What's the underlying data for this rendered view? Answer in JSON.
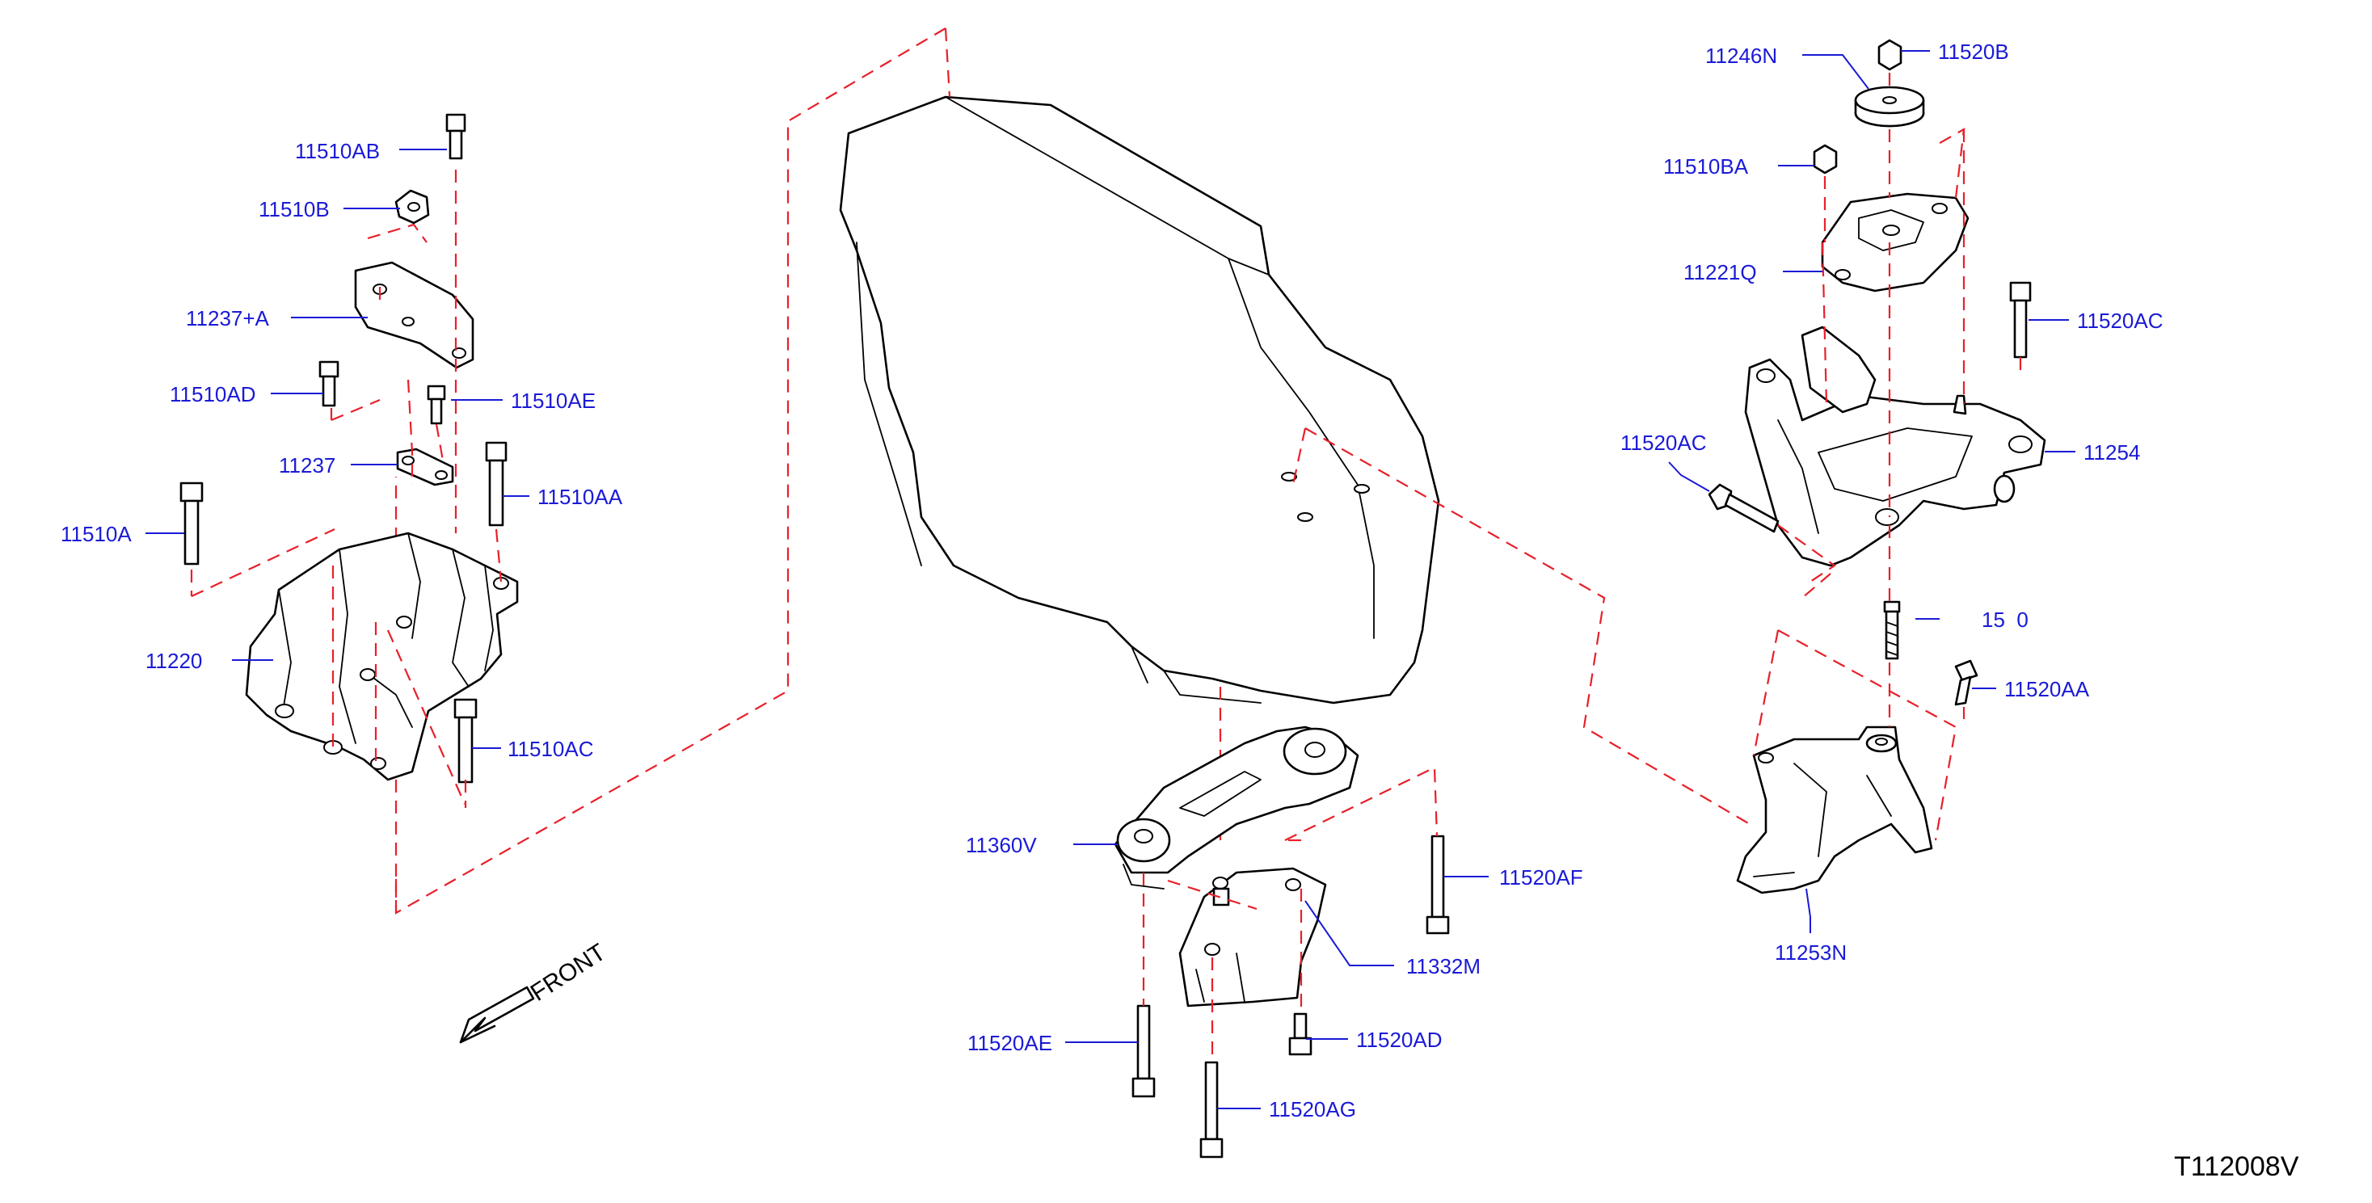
{
  "figure_id": "T112008V",
  "direction_label": "FRONT",
  "parts": {
    "p11510AB": "11510AB",
    "p11510B": "11510B",
    "p11237A": "11237+A",
    "p11510AD": "11510AD",
    "p11510AE": "11510AE",
    "p11237": "11237",
    "p11510AA": "11510AA",
    "p11510A": "11510A",
    "p11220": "11220",
    "p11510AC": "11510AC",
    "p11360V": "11360V",
    "p11520AF": "11520AF",
    "p11332M": "11332M",
    "p11520AE": "11520AE",
    "p11520AD": "11520AD",
    "p11520AG": "11520AG",
    "p11246N": "11246N",
    "p11520B": "11520B",
    "p11510BA": "11510BA",
    "p11221Q": "11221Q",
    "p11520AC_r": "11520AC",
    "p11520AC_l": "11520AC",
    "p11254": "11254",
    "p15x0": "15  0",
    "p11520AA": "11520AA",
    "p11253N": "11253N"
  },
  "colors": {
    "label": "#1a1ad6",
    "dashed_guide": "#e8202a",
    "linework": "#000000"
  }
}
